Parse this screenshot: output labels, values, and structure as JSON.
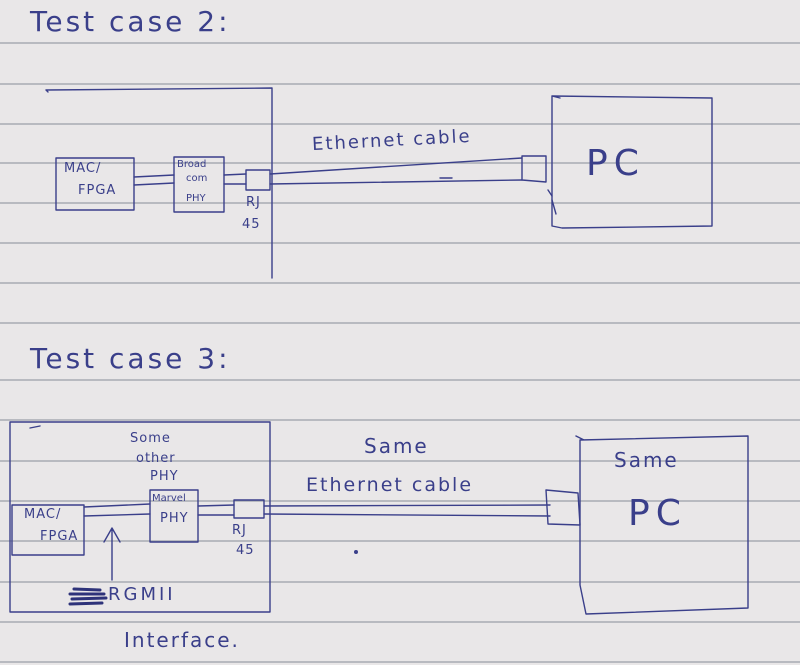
{
  "colors": {
    "paper": "#e9e7e8",
    "ruled_line": "#9aa0a8",
    "ink": "#3a3f8a"
  },
  "test_case_2": {
    "title": "Test case 2:",
    "mac_label_1": "MAC/",
    "mac_label_2": "FPGA",
    "phy_label_1": "Broad",
    "phy_label_2": "com",
    "phy_label_3": "PHY",
    "rj_label_1": "RJ",
    "rj_label_2": "45",
    "cable_label": "Ethernet cable",
    "pc_label": "PC"
  },
  "test_case_3": {
    "title": "Test case 3:",
    "phy_note_1": "Some",
    "phy_note_2": "other",
    "phy_note_3": "PHY",
    "mac_label_1": "MAC/",
    "mac_label_2": "FPGA",
    "phy_label_1": "Marvel",
    "phy_label_2": "PHY",
    "rj_label_1": "RJ",
    "rj_label_2": "45",
    "cable_label_1": "Same",
    "cable_label_2": "Ethernet cable",
    "pc_label_1": "Same",
    "pc_label_2": "PC",
    "interface_label_1": "RGMII",
    "interface_label_2": "Interface."
  }
}
